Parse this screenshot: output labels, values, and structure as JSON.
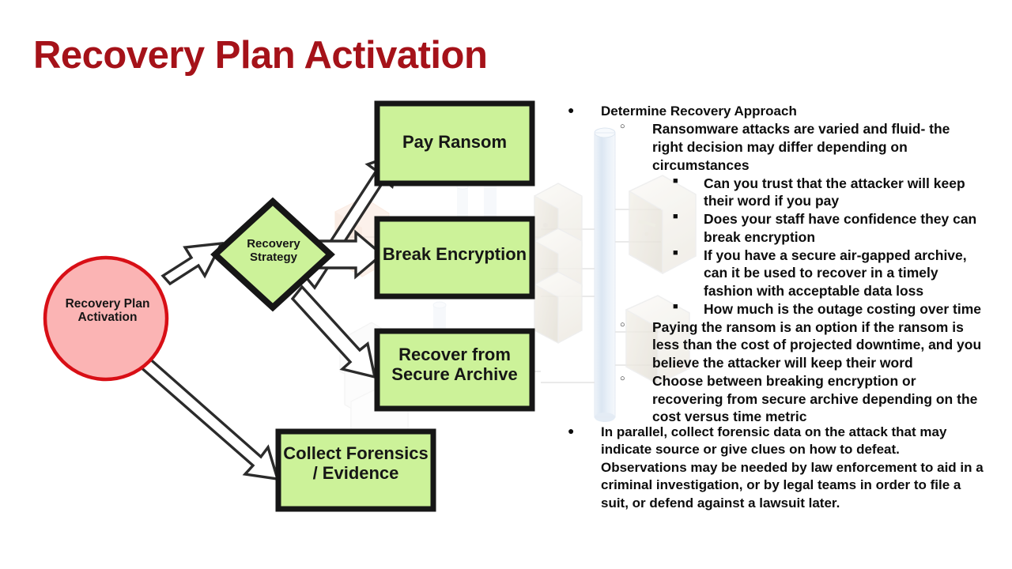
{
  "slide": {
    "title": "Recovery Plan Activation",
    "title_color": "#A51219",
    "background_color": "#FFFFFF"
  },
  "flowchart": {
    "accent_green": "#CCF299",
    "accent_pink": "#FBB4B4",
    "accent_red_border": "#D80F16",
    "node_border": "#161616",
    "nodes": [
      {
        "id": "start",
        "shape": "circle",
        "label": "Recovery Plan\nActivation"
      },
      {
        "id": "decision",
        "shape": "diamond",
        "label": "Recovery\nStrategy"
      },
      {
        "id": "option1",
        "shape": "rect",
        "label": "Pay Ransom"
      },
      {
        "id": "option2",
        "shape": "rect",
        "label": "Break Encryption"
      },
      {
        "id": "option3",
        "shape": "rect",
        "label": "Recover from\nSecure Archive"
      },
      {
        "id": "option4",
        "shape": "rect",
        "label": "Collect Forensics\n/ Evidence"
      }
    ],
    "connectors": [
      {
        "from": "start",
        "to": "decision",
        "style": "block-arrow"
      },
      {
        "from": "decision",
        "to": "option1",
        "style": "block-arrow"
      },
      {
        "from": "decision",
        "to": "option2",
        "style": "block-arrow"
      },
      {
        "from": "decision",
        "to": "option3",
        "style": "block-arrow"
      },
      {
        "from": "start",
        "to": "option4",
        "style": "block-arrow"
      }
    ]
  },
  "bullets": {
    "items": [
      {
        "level": 1,
        "marker": "bullet-disc",
        "text": "Determine Recovery Approach"
      },
      {
        "level": 2,
        "marker": "bullet-circle",
        "text": "Ransomware attacks are varied and fluid- the right decision may differ depending on circumstances"
      },
      {
        "level": 3,
        "marker": "bullet-square",
        "text": "Can you trust that the attacker will keep their word if you pay"
      },
      {
        "level": 3,
        "marker": "bullet-square",
        "text": "Does your staff have confidence they can break encryption"
      },
      {
        "level": 3,
        "marker": "bullet-square",
        "text": "If you have a secure air-gapped archive, can it be used to recover in a timely fashion with acceptable data loss"
      },
      {
        "level": 3,
        "marker": "bullet-square",
        "text": "How much is the outage costing over time"
      },
      {
        "level": 2,
        "marker": "bullet-circle",
        "text": "Paying the ransom is an option if the ransom is less than the cost of projected downtime, and you believe the attacker will keep their word"
      },
      {
        "level": 2,
        "marker": "bullet-circle",
        "text": "Choose between breaking encryption or recovering from secure archive depending on the cost versus time metric"
      }
    ],
    "bottom": [
      {
        "level": 1,
        "marker": "bullet-disc",
        "text": "In parallel, collect forensic data on the attack that may indicate source or give clues on how to defeat. Observations may be needed by law enforcement to aid in a criminal investigation, or by legal teams in order to file a suit, or defend against a lawsuit later."
      }
    ]
  },
  "watermark": {
    "description": "faint network diagram of servers connected to a vertical backbone cylinder"
  }
}
